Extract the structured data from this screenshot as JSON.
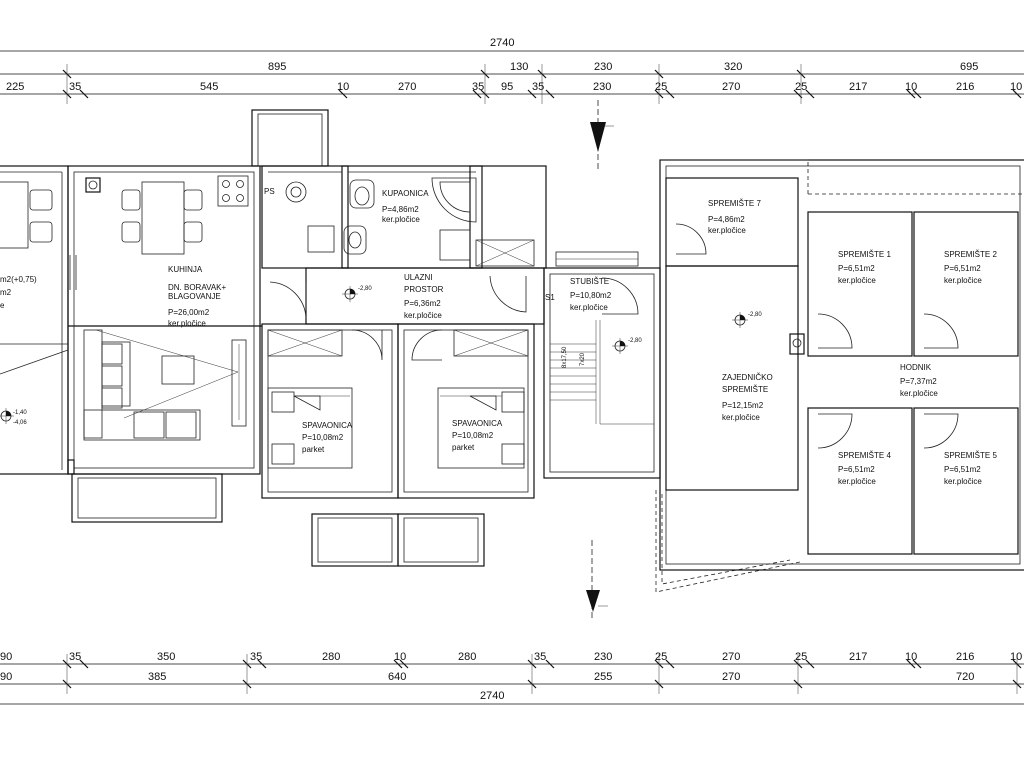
{
  "dimensions": {
    "top_total": "2740",
    "top_row1": [
      "895",
      "130",
      "230",
      "320",
      "695"
    ],
    "top_row2": [
      "225",
      "35",
      "545",
      "10",
      "270",
      "35",
      "95",
      "35",
      "230",
      "25",
      "270",
      "25",
      "217",
      "10",
      "216",
      "10"
    ],
    "bottom_row1": [
      "90",
      "35",
      "350",
      "35",
      "280",
      "10",
      "280",
      "35",
      "230",
      "25",
      "270",
      "25",
      "217",
      "10",
      "216",
      "10"
    ],
    "bottom_row2": [
      "90",
      "385",
      "640",
      "255",
      "270",
      "720"
    ],
    "bottom_total": "2740"
  },
  "rooms": {
    "left_partial": {
      "area": "m2(+0,75)",
      "line2": "m2",
      "line3": "e"
    },
    "kitchen": {
      "name1": "KUHINJA",
      "name2": "DN. BORAVAK+",
      "name3": "BLAGOVANJE",
      "area": "P=26,00m2",
      "finish": "ker.pločice"
    },
    "bathroom": {
      "name": "KUPAONICA",
      "area": "P=4,86m2",
      "finish": "ker.pločice"
    },
    "entry": {
      "name1": "ULAZNI",
      "name2": "PROSTOR",
      "area": "P=6,36m2",
      "finish": "ker.pločice"
    },
    "bedroom1": {
      "name": "SPAVAONICA",
      "area": "P=10,08m2",
      "finish": "parket"
    },
    "bedroom2": {
      "name": "SPAVAONICA",
      "area": "P=10,08m2",
      "finish": "parket"
    },
    "stairs": {
      "name": "STUBIŠTE",
      "area": "P=10,80m2",
      "finish": "ker.pločice",
      "stair_label": "8x17,50",
      "stair_label2": "7x20"
    },
    "storage7": {
      "name": "SPREMIŠTE 7",
      "area": "P=4,86m2",
      "finish": "ker.pločice"
    },
    "shared_storage": {
      "name1": "ZAJEDNIČKO",
      "name2": "SPREMIŠTE",
      "area": "P=12,15m2",
      "finish": "ker.pločice"
    },
    "storage1": {
      "name": "SPREMIŠTE 1",
      "area": "P=6,51m2",
      "finish": "ker.pločice"
    },
    "storage2": {
      "name": "SPREMIŠTE 2",
      "area": "P=6,51m2",
      "finish": "ker.pločice"
    },
    "hallway": {
      "name": "HODNIK",
      "area": "P=7,37m2",
      "finish": "ker.pločice"
    },
    "storage4": {
      "name": "SPREMIŠTE 4",
      "area": "P=6,51m2",
      "finish": "ker.pločice"
    },
    "storage5": {
      "name": "SPREMIŠTE 5",
      "area": "P=6,51m2",
      "finish": "ker.pločice"
    }
  },
  "labels": {
    "ps": "PS",
    "section": "S1",
    "elev_a": "-1,40",
    "elev_b": "-4,06",
    "elev_entry": "-2,80",
    "elev_stairs": "-2,80",
    "elev_storage": "-2,80"
  },
  "colors": {
    "lines": "#111111",
    "background": "#ffffff"
  }
}
